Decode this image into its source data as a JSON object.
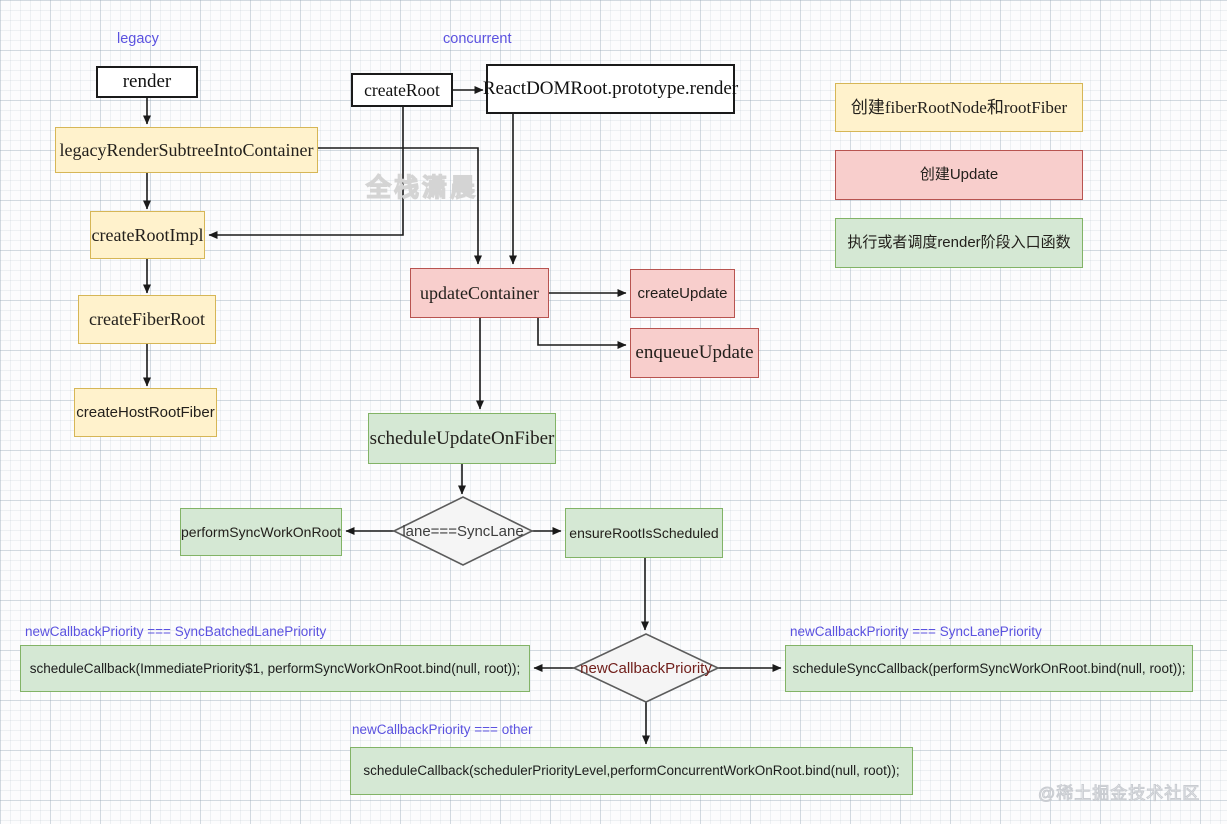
{
  "colors": {
    "yellow_fill": "#fff2cc",
    "yellow_border": "#d6b656",
    "pink_fill": "#f8cecc",
    "pink_border": "#b85450",
    "green_fill": "#d5e8d4",
    "green_border": "#82b366",
    "white_fill": "#ffffff",
    "node_border_dark": "#1a1a1a",
    "label_purple": "#5b52e0",
    "diamond_fill": "#f5f5f5",
    "diamond_border": "#5c5c5c",
    "priority_text_red": "#71201c",
    "arrow_black": "#1a1a1a"
  },
  "lanes": {
    "legacy": "legacy",
    "concurrent": "concurrent"
  },
  "nodes": {
    "render": "render",
    "legacy_render_subtree": "legacyRenderSubtreeIntoContainer",
    "create_root_impl": "createRootImpl",
    "create_fiber_root": "createFiberRoot",
    "create_host_root_fiber": "createHostRootFiber",
    "create_root": "createRoot",
    "reactdomroot_prototype_render": "ReactDOMRoot.prototype.render",
    "update_container": "updateContainer",
    "create_update": "createUpdate",
    "enqueue_update": "enqueueUpdate",
    "schedule_update_on_fiber": "scheduleUpdateOnFiber",
    "perform_sync_work_on_root": "performSyncWorkOnRoot",
    "ensure_root_is_scheduled": "ensureRootIsScheduled"
  },
  "decisions": {
    "lane_check": "lane===SyncLane",
    "priority_check": "newCallbackPriority"
  },
  "branches": {
    "sync_batched": {
      "label": "newCallbackPriority === SyncBatchedLanePriority",
      "code": "scheduleCallback(ImmediatePriority$1, performSyncWorkOnRoot.bind(null, root));"
    },
    "sync_lane": {
      "label": "newCallbackPriority === SyncLanePriority",
      "code": "scheduleSyncCallback(performSyncWorkOnRoot.bind(null, root));"
    },
    "other": {
      "label": "newCallbackPriority === other",
      "code": "scheduleCallback(schedulerPriorityLevel,performConcurrentWorkOnRoot.bind(null, root));"
    }
  },
  "legend": {
    "yellow": "创建fiberRootNode和rootFiber",
    "pink": "创建Update",
    "green": "执行或者调度render阶段入口函数"
  },
  "watermark": "全栈潇晨",
  "attribution": "@稀土掘金技术社区"
}
